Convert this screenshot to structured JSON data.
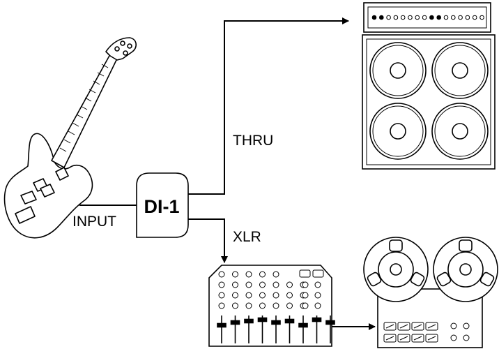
{
  "labels": {
    "box": "DI-1",
    "input": "INPUT",
    "thru": "THRU",
    "xlr": "XLR"
  },
  "colors": {
    "stroke": "#000000",
    "background": "#ffffff"
  },
  "icons": {
    "guitar": "bass-guitar-icon",
    "amp": "speaker-cabinet-icon",
    "mixer": "mixing-console-icon",
    "recorder": "reel-to-reel-recorder-icon"
  }
}
